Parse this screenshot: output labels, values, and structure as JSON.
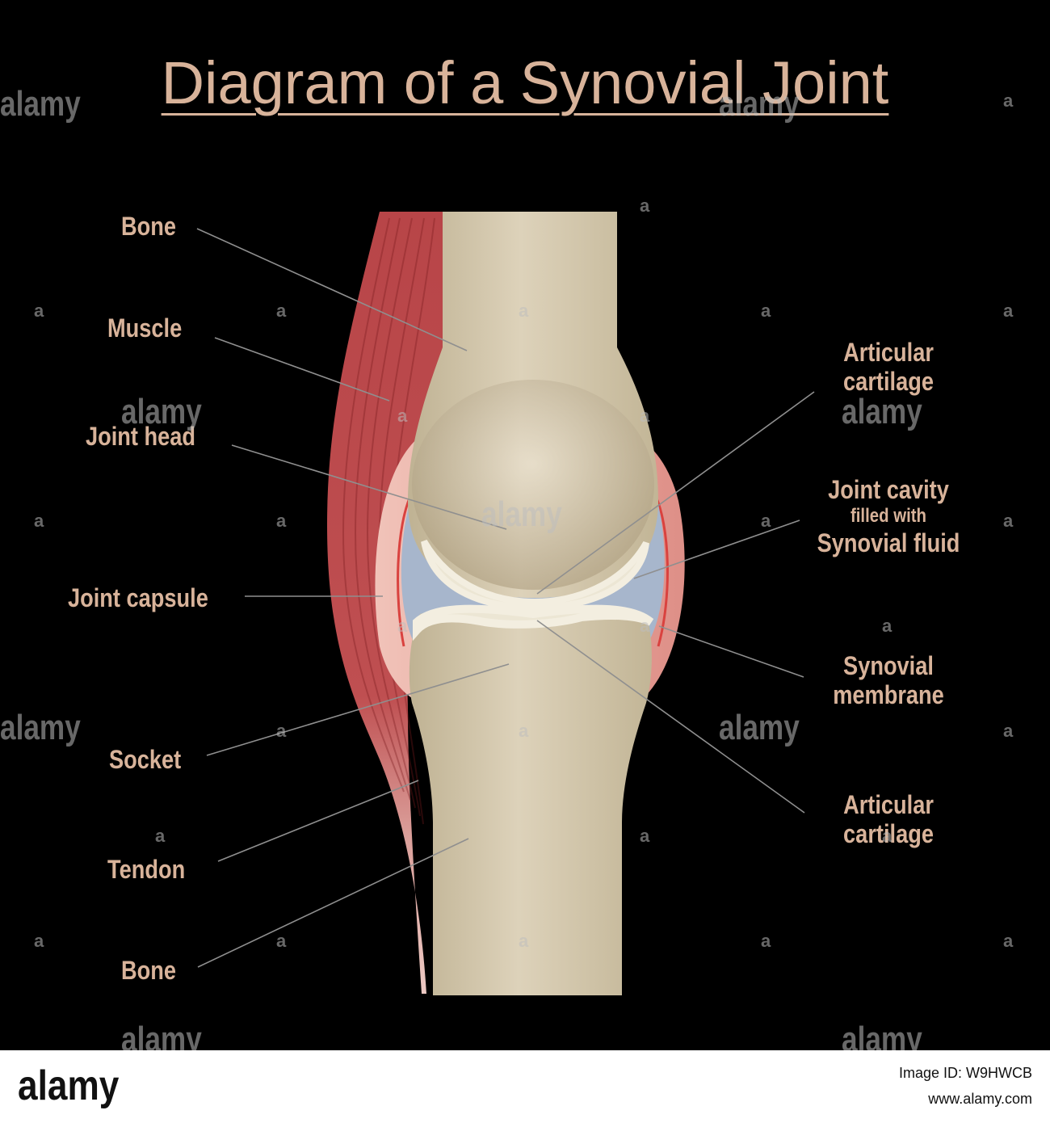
{
  "title": "Diagram of a Synovial Joint",
  "labels": {
    "bone_top": "Bone",
    "muscle": "Muscle",
    "joint_head": "Joint head",
    "joint_capsule": "Joint capsule",
    "socket": "Socket",
    "tendon": "Tendon",
    "bone_bottom": "Bone",
    "articular_cartilage_top": [
      "Articular",
      "cartilage"
    ],
    "joint_cavity": "Joint cavity",
    "joint_cavity_sub": "filled with",
    "synovial_fluid": "Synovial fluid",
    "synovial_membrane": [
      "Synovial",
      "membrane"
    ],
    "articular_cartilage_bottom": [
      "Articular",
      "cartilage"
    ]
  },
  "watermark": {
    "text": "alamy",
    "glyph": "a"
  },
  "footer": {
    "logo": "alamy",
    "image_id": "Image ID: W9HWCB",
    "url": "www.alamy.com"
  },
  "colors": {
    "background": "#000000",
    "label": "#d8b39a",
    "bone": "#d9cdb4",
    "muscle": "#b94a4c",
    "fluid": "#a7b6cc",
    "cartilage": "#ece6d4",
    "capsule": "#e6a59c",
    "membrane": "#d9423f"
  }
}
